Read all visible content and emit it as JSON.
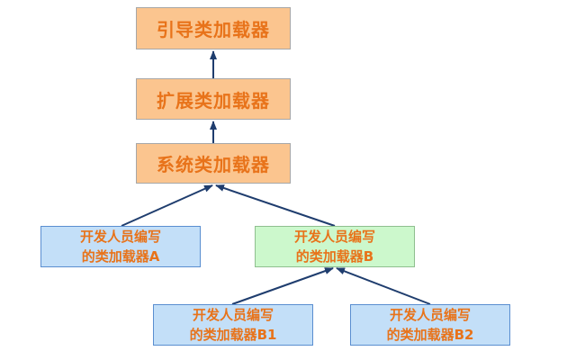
{
  "colors": {
    "top_fill": "#fbc58f",
    "low_fill": "#c3dff8",
    "highlight_fill": "#ccf8cc",
    "text": "#e8731a",
    "arrow": "#1f3d6e"
  },
  "nodes": {
    "bootstrap": {
      "label": "引导类加载器"
    },
    "extension": {
      "label": "扩展类加载器"
    },
    "system": {
      "label": "系统类加载器"
    },
    "custom_a": {
      "line1": "开发人员编写",
      "line2": "的类加载器A"
    },
    "custom_b": {
      "line1": "开发人员编写",
      "line2": "的类加载器B"
    },
    "custom_b1": {
      "line1": "开发人员编写",
      "line2": "的类加载器B1"
    },
    "custom_b2": {
      "line1": "开发人员编写",
      "line2": "的类加载器B2"
    }
  }
}
